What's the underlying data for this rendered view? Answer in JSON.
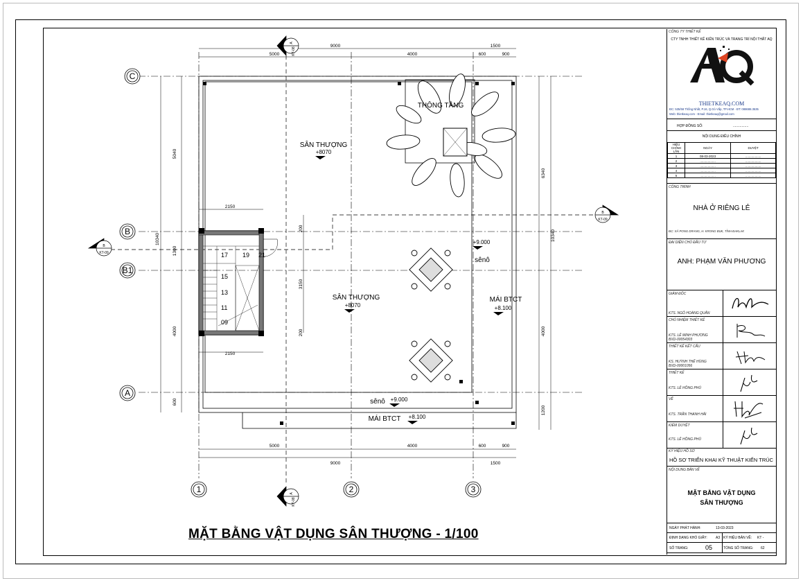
{
  "drawing": {
    "title": "MẶT BẰNG VẬT DỤNG SÂN THƯỢNG - 1/100",
    "grid_rows": [
      "C",
      "B",
      "B1",
      "A"
    ],
    "grid_cols": [
      "1",
      "2",
      "3"
    ],
    "section_markers": [
      {
        "letter": "A",
        "ref": "KT-08"
      },
      {
        "letter": "B",
        "ref": "KT-09"
      }
    ],
    "dims_top": [
      "9000",
      "1500",
      "5000",
      "4000",
      "600",
      "900"
    ],
    "dims_bottom": [
      "5000",
      "4000",
      "600",
      "900",
      "9000",
      "1500"
    ],
    "dims_left": [
      "5040",
      "10340",
      "1300",
      "4000",
      "600"
    ],
    "dims_right": [
      "6340",
      "10340",
      "4000",
      "1200"
    ],
    "dims_inner": [
      "2150",
      "2150",
      "3150",
      "200",
      "200"
    ],
    "stair_steps": [
      "17",
      "19",
      "21",
      "15",
      "13",
      "11",
      "09"
    ],
    "labels": {
      "roof_terrace_1": "SÂN THƯỢNG",
      "level_1": "+8070",
      "roof_terrace_2": "SÂN THƯỢNG",
      "level_2": "+8070",
      "skylight": "THÔNG TẦNG",
      "gutter_right": "sênô",
      "gutter_right_level": "+9.000",
      "slab_right": "MÁI BTCT",
      "slab_right_level": "+8.100",
      "gutter_bottom": "sênô",
      "gutter_bottom_level": "+9.000",
      "slab_bottom": "MÁI BTCT",
      "slab_bottom_level": "+8.100"
    }
  },
  "titleblock": {
    "company_label": "CÔNG TY THIẾT KẾ",
    "company_name": "CTY TNHH THIẾT KẾ KIẾN TRÚC VÀ TRANG TRÍ NỘI THẤT AQ",
    "logo_text": "AQ",
    "website": "THIETKEAQ.COM",
    "address": "ĐC: 535/58 Thống Nhất, P.16, Q.Gò Vấp, TP.HCM - ĐT: 088688.3535",
    "contact": "Web: thietkeaq.com - Email: thietkeaq@gmail.com",
    "contract_label": "HỢP ĐỒNG SỐ:",
    "contract_no": "................",
    "revision_title": "NỘI DUNG ĐIỀU CHỈNH",
    "rev_headers": [
      "HIỆU CHỈNH LẦN",
      "NGÀY",
      "DUYỆT"
    ],
    "rev_rows": [
      [
        "1",
        "08-03-2023",
        ".................."
      ],
      [
        "2",
        "..................",
        ".................."
      ],
      [
        "3",
        "..................",
        ".................."
      ],
      [
        "4",
        "..................",
        ".................."
      ],
      [
        "5",
        "..................",
        ".................."
      ]
    ],
    "project_label": "CÔNG TRÌNH",
    "project_name": "NHÀ Ở RIÊNG LẺ",
    "project_address": "ĐC: XÃ PONG DRANG, H. KRONG BUK, TỈNH ĐAKLAK",
    "owner_label": "ĐẠI DIỆN CHỦ ĐẦU TƯ",
    "owner_name": "ANH: PHẠM VĂN PHƯƠNG",
    "roles": [
      {
        "role": "GIÁM ĐỐC",
        "name": "KTS. NGÔ HOÀNG QUÂN",
        "cert": ""
      },
      {
        "role": "CHỦ NHIỆM THIẾT KẾ",
        "name": "KTS. LÊ MINH PHƯƠNG",
        "cert": "BXD-00054303"
      },
      {
        "role": "THIẾT KẾ KẾT CẤU",
        "name": "KS. HUỲNH THẾ HÙNG",
        "cert": "BXD-00001056"
      },
      {
        "role": "THIẾT KẾ",
        "name": "KTS. LÊ HỒNG PHÚ",
        "cert": ""
      },
      {
        "role": "VẼ",
        "name": "KTS. TRẦN THANH HẢI",
        "cert": ""
      },
      {
        "role": "KIỂM DUYỆT",
        "name": "KTS. LÊ HỒNG PHÚ",
        "cert": ""
      }
    ],
    "dossier_label": "KÝ HIỆU HỒ SƠ",
    "dossier": "HỒ SƠ TRIỂN KHAI KỸ THUẬT KIẾN TRÚC",
    "content_label": "NỘI DUNG BẢN VẼ",
    "content_line1": "MẶT BẰNG VẬT DỤNG",
    "content_line2": "SÂN THƯỢNG",
    "issue_label": "NGÀY PHÁT HÀNH:",
    "issue_date": "13-03-2023",
    "format_label": "ĐỊNH DẠNG KHỔ GIẤY:",
    "format": "A3",
    "sheet_code_label": "KÝ HIỆU BẢN VẼ:",
    "sheet_code": "KT -",
    "page_label": "SỐ TRANG:",
    "page_no": "05",
    "total_label": "TỔNG SỐ TRANG:",
    "total": "62"
  }
}
